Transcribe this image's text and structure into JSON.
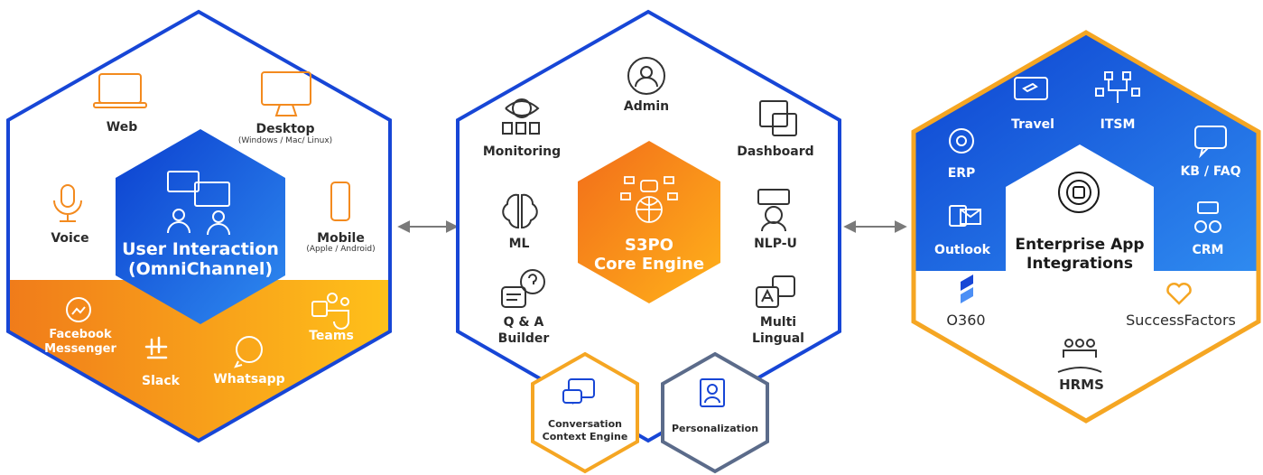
{
  "left_panel": {
    "center_title": [
      "User Interaction",
      "(OmniChannel)"
    ],
    "channels": {
      "web": "Web",
      "desktop": "Desktop",
      "desktop_sub": "(Windows / Mac/ Linux)",
      "voice": "Voice",
      "mobile": "Mobile",
      "mobile_sub": "(Apple / Android)",
      "facebook": [
        "Facebook",
        "Messenger"
      ],
      "slack": "Slack",
      "whatsapp": "Whatsapp",
      "teams": "Teams"
    },
    "colors": {
      "outline": "#1746d6",
      "bottom_fill": "#f38a1e",
      "center": "#1746d6"
    }
  },
  "middle_panel": {
    "center_title": [
      "S3PO",
      "Core Engine"
    ],
    "modules": {
      "admin": "Admin",
      "monitoring": "Monitoring",
      "dashboard": "Dashboard",
      "ml": "ML",
      "nlp": "NLP-U",
      "qa": [
        "Q & A",
        "Builder"
      ],
      "multilingual": [
        "Multi",
        "Lingual"
      ]
    },
    "sub_hexes": {
      "conversation": [
        "Conversation",
        "Context Engine"
      ],
      "personalization": "Personalization"
    },
    "colors": {
      "outline": "#1746d6",
      "center": "#f38a1e",
      "conversation_outline": "#f5a623",
      "personalization_outline": "#5b6b8a"
    }
  },
  "right_panel": {
    "center_title": [
      "Enterprise App",
      "Integrations"
    ],
    "apps": {
      "erp": "ERP",
      "travel": "Travel",
      "itsm": "ITSM",
      "kb": "KB / FAQ",
      "outlook": "Outlook",
      "crm": "CRM",
      "o360": "O360",
      "successfactors": "SuccessFactors",
      "hrms": "HRMS"
    },
    "colors": {
      "outline": "#f5a623",
      "top_fill": "#1746d6"
    }
  }
}
